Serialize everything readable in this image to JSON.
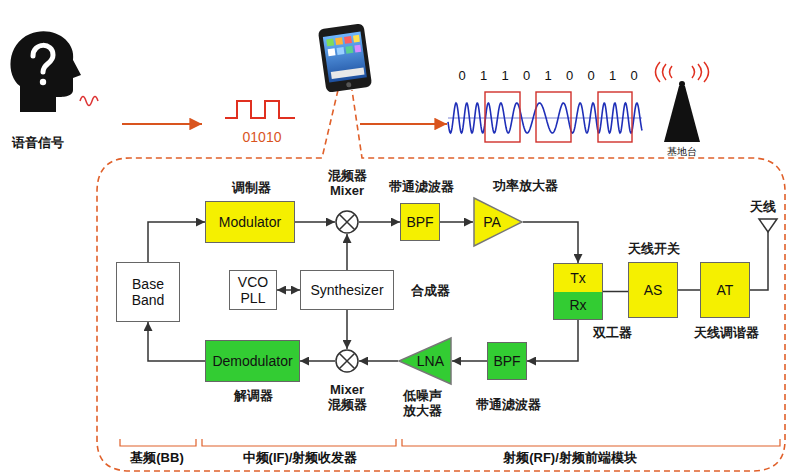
{
  "diagram": {
    "nodes": [
      {
        "text": [
          "调制器",
          "Modulator"
        ]
      },
      {
        "text": [
          "混频器 Mixer"
        ]
      },
      {
        "text": [
          "带通滤波器",
          "BPF"
        ]
      },
      {
        "text": [
          "功率放大器",
          "PA"
        ]
      },
      {
        "text": [
          "Tx",
          "Rx",
          "双工器"
        ]
      },
      {
        "text": [
          "天线开关",
          "AS"
        ]
      },
      {
        "text": [
          "AT",
          "天线调谐器"
        ]
      },
      {
        "text": [
          "天线"
        ]
      },
      {
        "text": [
          "Base Band"
        ]
      },
      {
        "text": [
          "VCO PLL"
        ]
      },
      {
        "text": [
          "Synthesizer",
          "合成器"
        ]
      },
      {
        "text": [
          "Demodulator",
          "解调器"
        ]
      },
      {
        "text": [
          "Mixer 混频器"
        ]
      },
      {
        "text": [
          "LNA",
          "低噪声 放大器"
        ]
      },
      {
        "text": [
          "BPF",
          "带通滤波器"
        ]
      }
    ],
    "edges": [
      {
        "from": 8,
        "to": 0,
        "arrow": "to"
      },
      {
        "from": 0,
        "to": 1,
        "arrow": "to"
      },
      {
        "from": 1,
        "to": 2,
        "arrow": "to"
      },
      {
        "from": 2,
        "to": 3,
        "arrow": "to"
      },
      {
        "from": 3,
        "to": 4,
        "arrow": "to"
      },
      {
        "from": 4,
        "to": 5,
        "arrow": "none"
      },
      {
        "from": 5,
        "to": 6,
        "arrow": "none"
      },
      {
        "from": 6,
        "to": 7,
        "arrow": "none"
      },
      {
        "from": 10,
        "to": 1,
        "arrow": "to"
      },
      {
        "from": 10,
        "to": 12,
        "arrow": "to"
      },
      {
        "from": 9,
        "to": 10,
        "arrow": "both"
      },
      {
        "from": 4,
        "to": 14,
        "arrow": "to"
      },
      {
        "from": 14,
        "to": 13,
        "arrow": "to"
      },
      {
        "from": 13,
        "to": 12,
        "arrow": "to"
      },
      {
        "from": 12,
        "to": 11,
        "arrow": "to"
      },
      {
        "from": 11,
        "to": 8,
        "arrow": "to"
      }
    ],
    "labels": [
      "语音信号",
      "01010",
      "0",
      "1",
      "1",
      "0",
      "1",
      "0",
      "0",
      "1",
      "0",
      "基地台",
      "基频(BB)",
      "中频(IF)/射频收发器",
      "射频(RF)/射频前端模块"
    ]
  }
}
